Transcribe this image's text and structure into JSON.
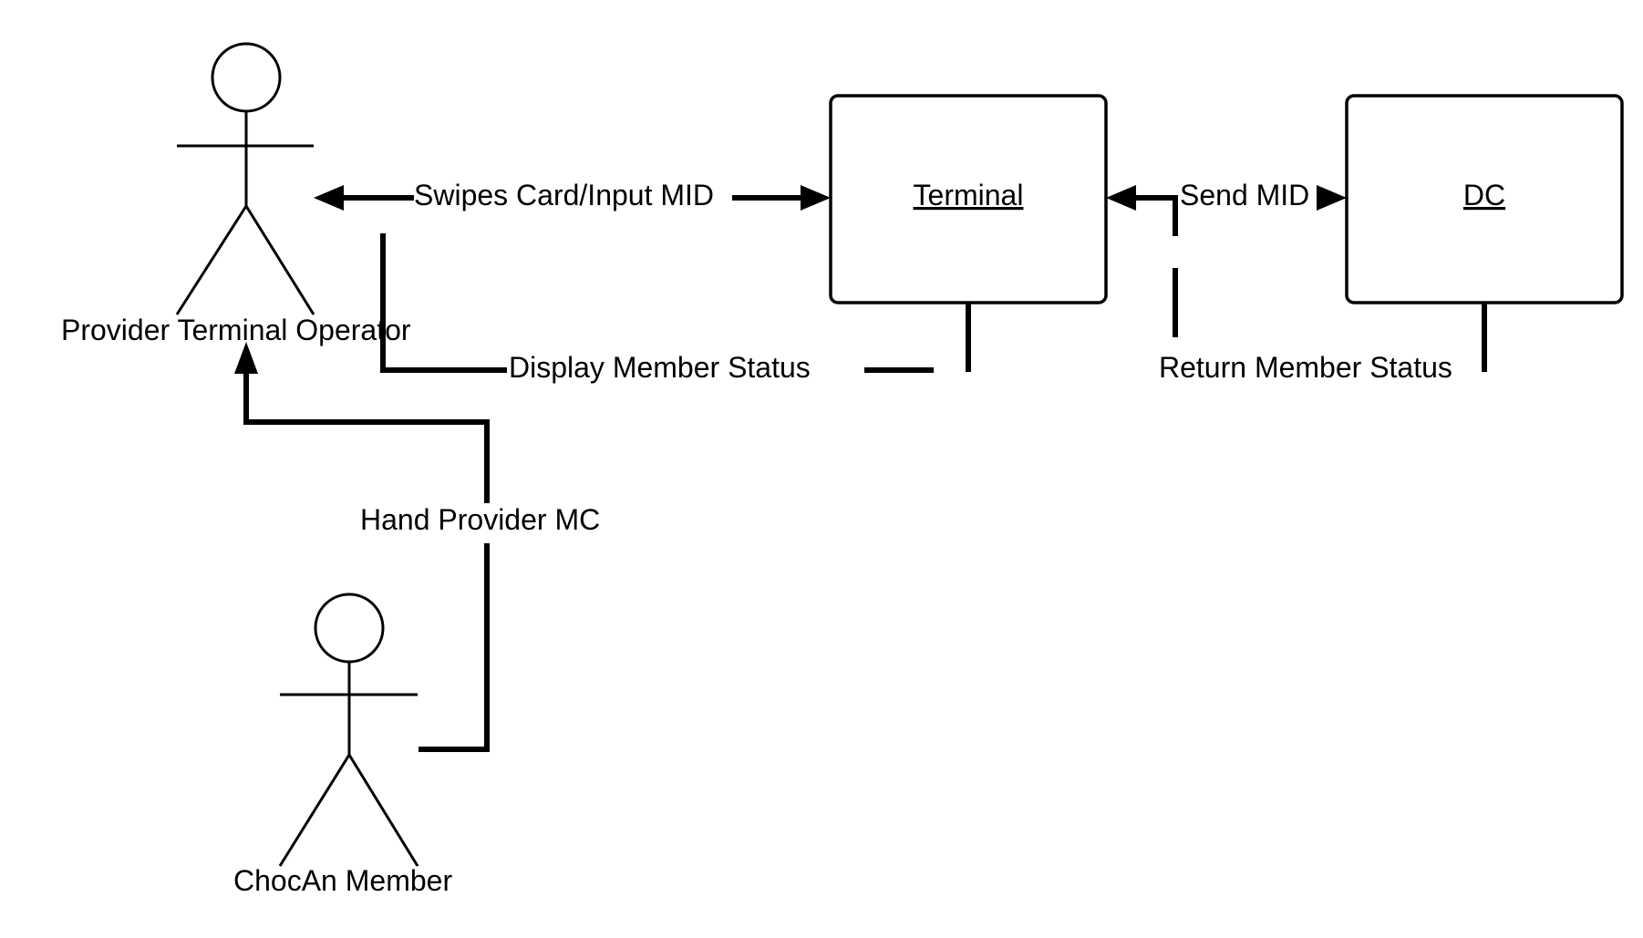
{
  "actors": {
    "provider": {
      "label": "Provider Terminal Operator"
    },
    "member": {
      "label": "ChocAn Member"
    }
  },
  "objects": {
    "terminal": {
      "label": "Terminal"
    },
    "dc": {
      "label": "DC"
    }
  },
  "messages": {
    "swipe": {
      "label": "Swipes Card/Input MID"
    },
    "send_mid": {
      "label": "Send MID"
    },
    "display_status": {
      "label": "Display Member Status"
    },
    "return_status": {
      "label": "Return Member Status"
    },
    "hand_mc": {
      "label": "Hand Provider MC"
    }
  }
}
